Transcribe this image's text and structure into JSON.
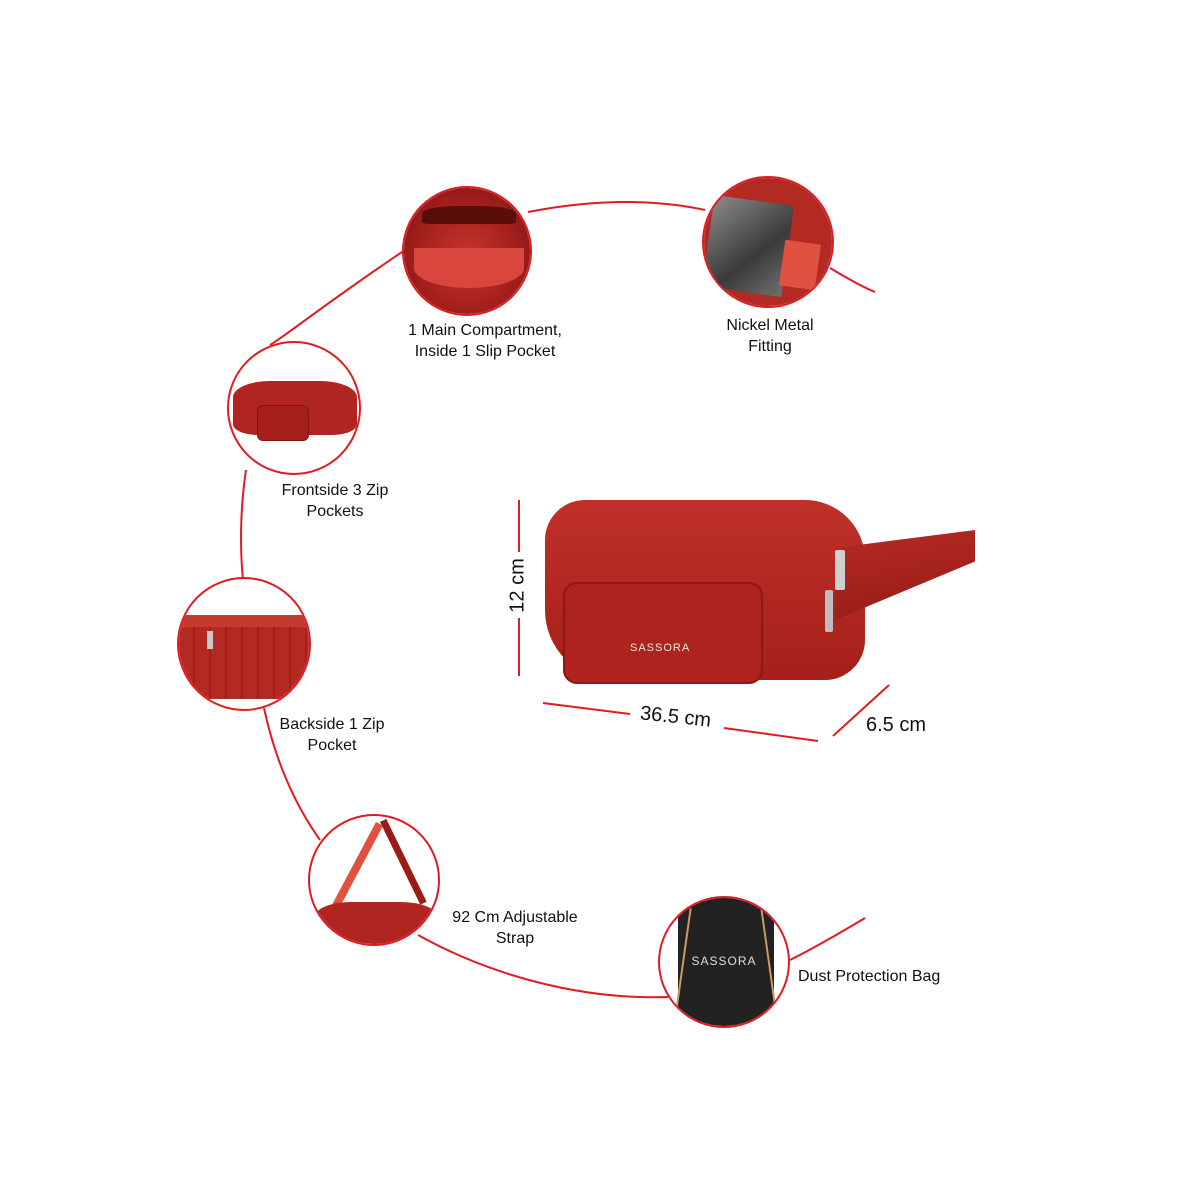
{
  "features": [
    {
      "id": "main-compartment",
      "line1": "1 Main Compartment,",
      "line2": "Inside 1 Slip Pocket",
      "image": "open-bag-interior"
    },
    {
      "id": "nickel-fitting",
      "line1": "Nickel Metal",
      "line2": "Fitting",
      "image": "buckle-closeup"
    },
    {
      "id": "front-pockets",
      "line1": "Frontside 3 Zip",
      "line2": "Pockets",
      "image": "bag-front"
    },
    {
      "id": "back-pocket",
      "line1": "Backside 1 Zip",
      "line2": "Pocket",
      "image": "bag-back"
    },
    {
      "id": "strap",
      "line1": "92 Cm Adjustable",
      "line2": "Strap",
      "image": "bag-with-strap"
    },
    {
      "id": "dust-bag",
      "line1": "Dust Protection Bag",
      "line2": "",
      "image": "black-drawstring-bag"
    }
  ],
  "product": {
    "brand": "SASSORA",
    "dimensions": {
      "height": "12 cm",
      "width": "36.5 cm",
      "depth": "6.5 cm"
    }
  },
  "dust_bag_brand": "SASSORA",
  "colors": {
    "accent": "#e21b22",
    "bag": "#b3231f",
    "bag_dark": "#7e1512",
    "dust_bag": "#1e1e1e"
  }
}
